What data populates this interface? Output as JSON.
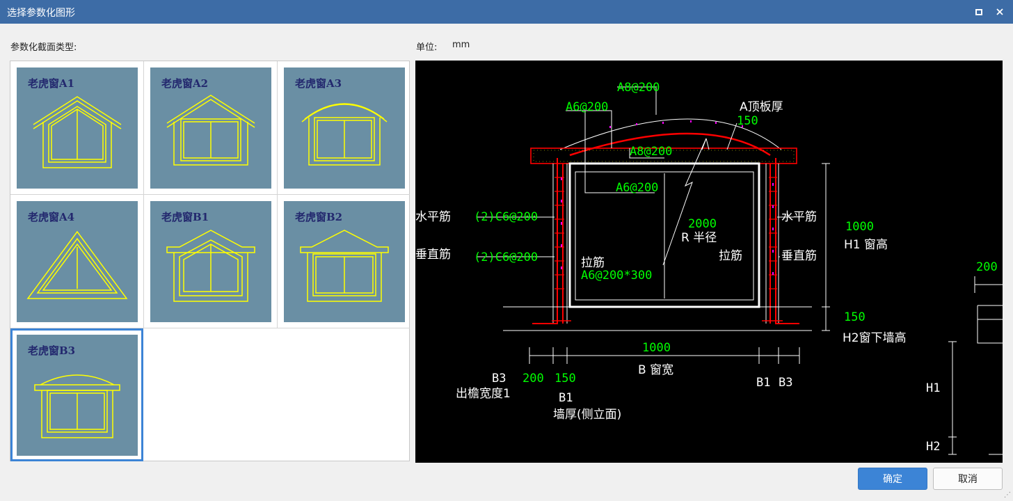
{
  "window": {
    "title": "选择参数化图形",
    "maximize_icon": "maximize-icon",
    "close_icon": "close-icon"
  },
  "left": {
    "label": "参数化截面类型:",
    "items": [
      {
        "name": "老虎窗A1",
        "selected": false
      },
      {
        "name": "老虎窗A2",
        "selected": false
      },
      {
        "name": "老虎窗A3",
        "selected": false
      },
      {
        "name": "老虎窗A4",
        "selected": false
      },
      {
        "name": "老虎窗B1",
        "selected": false
      },
      {
        "name": "老虎窗B2",
        "selected": false
      },
      {
        "name": "老虎窗B3",
        "selected": true
      }
    ]
  },
  "right": {
    "unit_label": "单位:",
    "unit_value": "mm",
    "drawing": {
      "rebar_top": "A8@200",
      "rebar_top_left": "A6@200",
      "rebar_inner_top": "A8@200",
      "rebar_inner_mid": "A6@200",
      "top_slab_label": "A顶板厚",
      "top_slab_value": "150",
      "left_horizontal": "水平筋",
      "left_horizontal_value": "(2)C6@200",
      "left_vertical": "垂直筋",
      "left_vertical_value": "(2)C6@200",
      "tie_label_left": "拉筋",
      "tie_value": "A6@200*300",
      "radius_value": "2000",
      "radius_label": "R 半径",
      "right_horizontal": "水平筋",
      "right_vertical": "垂直筋",
      "tie_label_right": "拉筋",
      "h1_value": "1000",
      "h1_label": "H1 窗高",
      "h2_value": "150",
      "h2_label": "H2窗下墙高",
      "b_value": "1000",
      "b_label": "B 窗宽",
      "b3_label": "B3",
      "b3_value": "200",
      "b3_desc": "出檐宽度1",
      "b1_value": "150",
      "b1_label": "B1",
      "b1_desc": "墙厚(侧立面)",
      "b1_right": "B1",
      "b3_right": "B3",
      "side_value": "200",
      "side_h1": "H1",
      "side_h2": "H2"
    }
  },
  "buttons": {
    "ok": "确定",
    "cancel": "取消"
  },
  "colors": {
    "titlebar": "#3d6ca6",
    "accent": "#3c84d6",
    "thumb_bg": "#6a8fa4",
    "sketch": "#ffff00",
    "cad_white": "#ffffff",
    "cad_green": "#00ff00",
    "cad_red": "#ff0000",
    "cad_magenta": "#ff00ff"
  }
}
